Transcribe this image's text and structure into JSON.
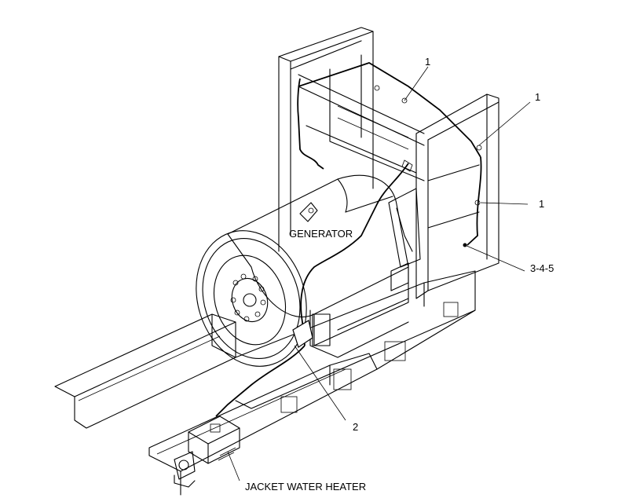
{
  "labels": {
    "generator": "GENERATOR",
    "jacket_water_heater": "JACKET WATER HEATER",
    "callout_1_top": "1",
    "callout_1_right": "1",
    "callout_1_mid": "1",
    "callout_2": "2",
    "callout_345": "3-4-5"
  }
}
